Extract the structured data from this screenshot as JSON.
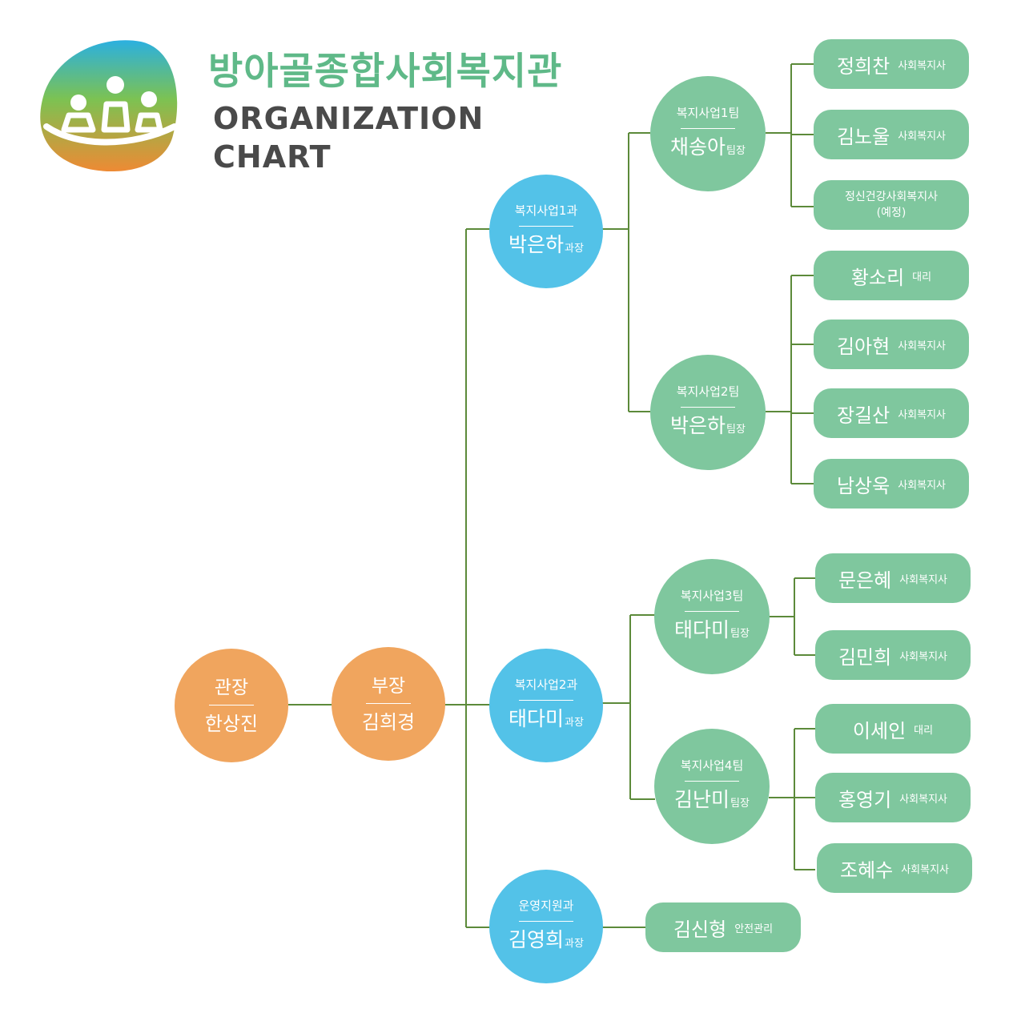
{
  "header": {
    "title": "방아골종합사회복지관",
    "subtitle_line1": "ORGANIZATION",
    "subtitle_line2": "CHART"
  },
  "colors": {
    "leadership": "#f0a55e",
    "division": "#53c2e8",
    "team": "#7fc79e",
    "connector": "#5c8a3a",
    "title_green": "#5fb988",
    "subtitle_gray": "#4a4a4a"
  },
  "leadership": [
    {
      "title": "관장",
      "name": "한상진"
    },
    {
      "title": "부장",
      "name": "김희경"
    }
  ],
  "divisions": [
    {
      "title": "복지사업1과",
      "name": "박은하",
      "role": "과장"
    },
    {
      "title": "복지사업2과",
      "name": "태다미",
      "role": "과장"
    },
    {
      "title": "운영지원과",
      "name": "김영희",
      "role": "과장"
    }
  ],
  "teams": [
    {
      "title": "복지사업1팀",
      "name": "채송아",
      "role": "팀장"
    },
    {
      "title": "복지사업2팀",
      "name": "박은하",
      "role": "팀장"
    },
    {
      "title": "복지사업3팀",
      "name": "태다미",
      "role": "팀장"
    },
    {
      "title": "복지사업4팀",
      "name": "김난미",
      "role": "팀장"
    }
  ],
  "staff": [
    {
      "name": "정희찬",
      "role": "사회복지사"
    },
    {
      "name": "김노울",
      "role": "사회복지사"
    },
    {
      "line1": "정신건강사회복지사",
      "line2": "(예정)"
    },
    {
      "name": "황소리",
      "role": "대리"
    },
    {
      "name": "김아현",
      "role": "사회복지사"
    },
    {
      "name": "장길산",
      "role": "사회복지사"
    },
    {
      "name": "남상욱",
      "role": "사회복지사"
    },
    {
      "name": "문은혜",
      "role": "사회복지사"
    },
    {
      "name": "김민희",
      "role": "사회복지사"
    },
    {
      "name": "이세인",
      "role": "대리"
    },
    {
      "name": "홍영기",
      "role": "사회복지사"
    },
    {
      "name": "조혜수",
      "role": "사회복지사"
    },
    {
      "name": "김신형",
      "role": "안전관리"
    }
  ]
}
